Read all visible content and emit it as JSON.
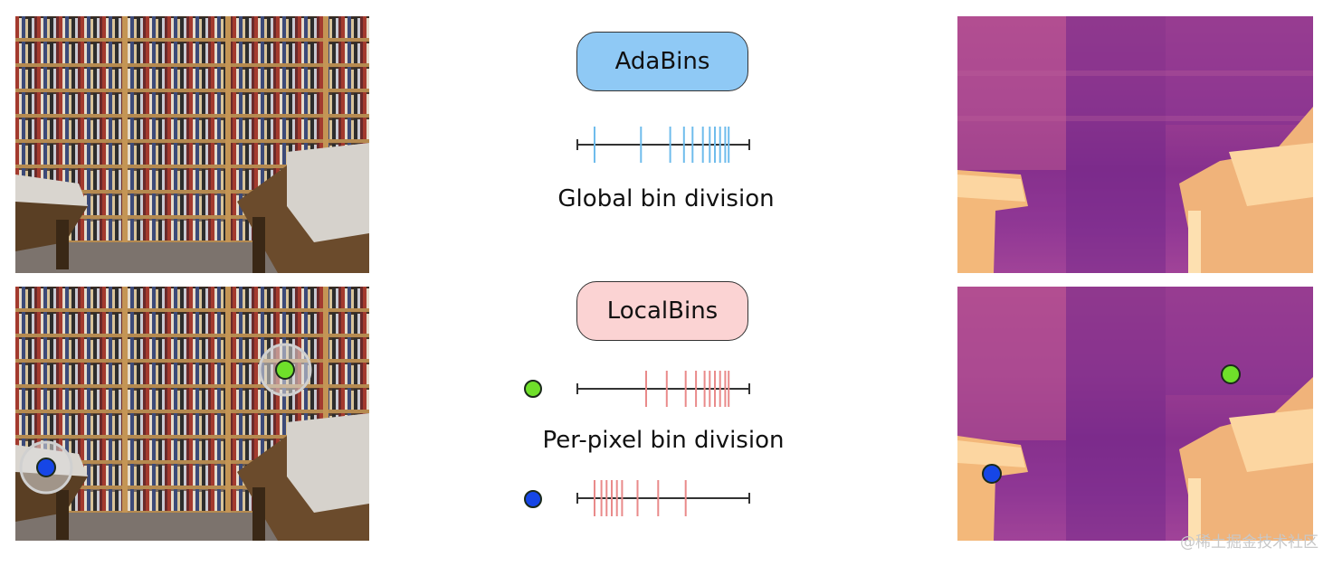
{
  "center": {
    "adabins_label": "AdaBins",
    "global_caption": "Global bin division",
    "localbins_label": "LocalBins",
    "per_pixel_caption": "Per-pixel bin division"
  },
  "colors": {
    "adabins_fill": "#8fc9f5",
    "localbins_fill": "#fbd3d3",
    "global_bin_line": "#6fbcec",
    "local_bin_line": "#e98a8a",
    "green_marker": "#6fe02a",
    "blue_marker": "#1646e6",
    "axis": "#333333"
  },
  "bins": {
    "global": [
      0.1,
      0.37,
      0.54,
      0.62,
      0.67,
      0.73,
      0.77,
      0.8,
      0.83,
      0.86,
      0.88
    ],
    "green_pixel": [
      0.4,
      0.52,
      0.63,
      0.69,
      0.74,
      0.77,
      0.8,
      0.83,
      0.86,
      0.88
    ],
    "blue_pixel": [
      0.1,
      0.14,
      0.17,
      0.2,
      0.23,
      0.26,
      0.35,
      0.47,
      0.63
    ]
  },
  "watermark": "@稀土掘金技术社区"
}
